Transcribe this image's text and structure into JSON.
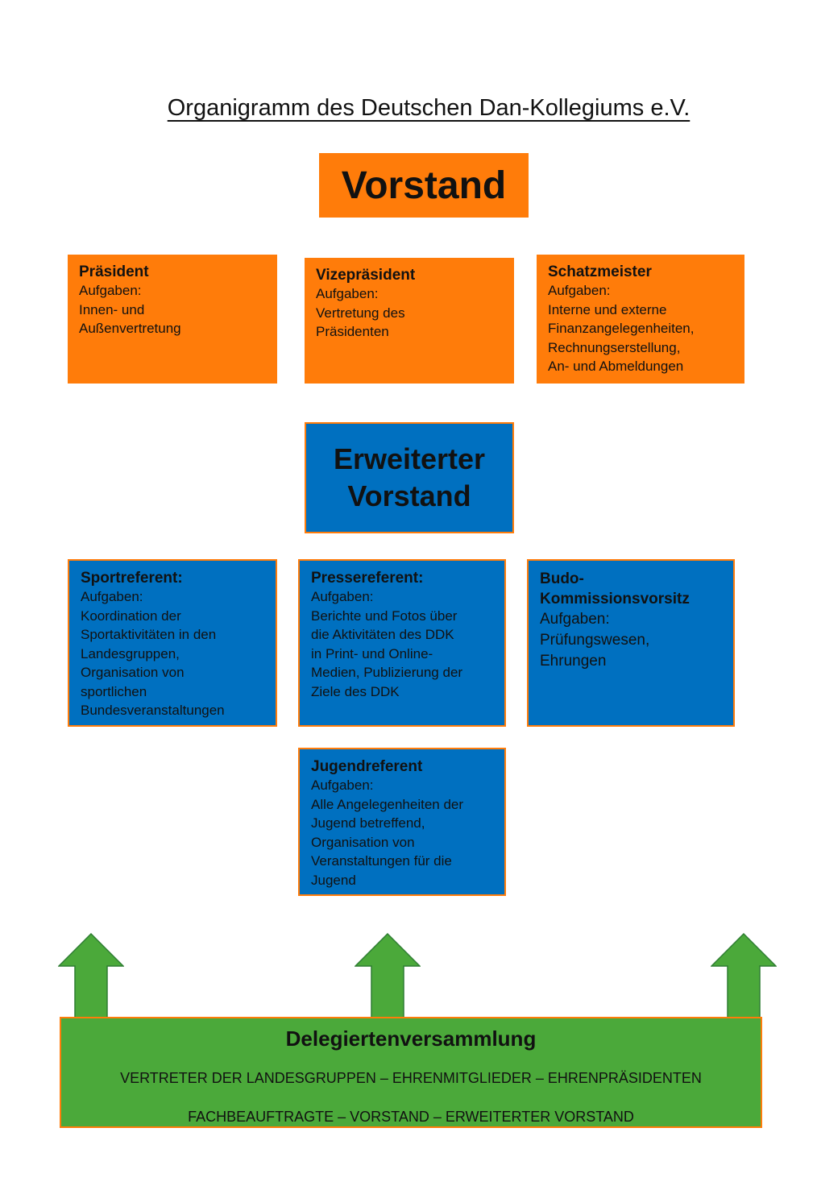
{
  "title": "Organigramm des Deutschen Dan-Kollegiums e.V.",
  "vorstand": {
    "label": "Vorstand",
    "members": [
      {
        "title": "Präsident",
        "subtitle": "Aufgaben:",
        "lines": [
          "Innen- und",
          "Außenvertretung"
        ]
      },
      {
        "title": "Vizepräsident",
        "subtitle": "Aufgaben:",
        "lines": [
          "Vertretung des",
          "Präsidenten"
        ]
      },
      {
        "title": "Schatzmeister",
        "subtitle": "Aufgaben:",
        "lines": [
          "Interne und externe",
          "Finanzangelegenheiten,",
          "Rechnungserstellung,",
          "An- und Abmeldungen"
        ]
      }
    ]
  },
  "erweiterter_vorstand": {
    "label_line1": "Erweiterter",
    "label_line2": "Vorstand",
    "members": [
      {
        "title": "Sportreferent:",
        "subtitle": "Aufgaben:",
        "lines": [
          "Koordination der",
          "Sportaktivitäten in den",
          "Landesgruppen,",
          "Organisation von",
          "sportlichen",
          "Bundesveranstaltungen"
        ]
      },
      {
        "title": "Pressereferent:",
        "subtitle": "Aufgaben:",
        "lines": [
          "Berichte und Fotos über",
          "die Aktivitäten des DDK",
          "in Print- und Online-",
          "Medien, Publizierung der",
          "Ziele des DDK"
        ]
      },
      {
        "title_line1": "Budo-",
        "title_line2": "Kommissionsvorsitz",
        "subtitle": "Aufgaben:",
        "lines": [
          "Prüfungswesen,",
          "Ehrungen"
        ]
      },
      {
        "title": "Jugendreferent",
        "subtitle": "Aufgaben:",
        "lines": [
          "Alle Angelegenheiten der",
          "Jugend betreffend,",
          "Organisation von",
          "Veranstaltungen für die",
          "Jugend"
        ]
      }
    ]
  },
  "delegiertenversammlung": {
    "title": "Delegiertenversammlung",
    "line1": "VERTRETER DER LANDESGRUPPEN – EHRENMITGLIEDER – EHRENPRÄSIDENTEN",
    "line2": "FACHBEAUFTRAGTE – VORSTAND – ERWEITERTER VORSTAND"
  },
  "colors": {
    "orange": "#ff7c0a",
    "blue": "#0070c0",
    "green": "#4ba93a",
    "arrow_green": "#4ba93a",
    "arrow_border": "#2e7d32"
  },
  "arrows": {
    "count": 3,
    "direction": "up"
  }
}
